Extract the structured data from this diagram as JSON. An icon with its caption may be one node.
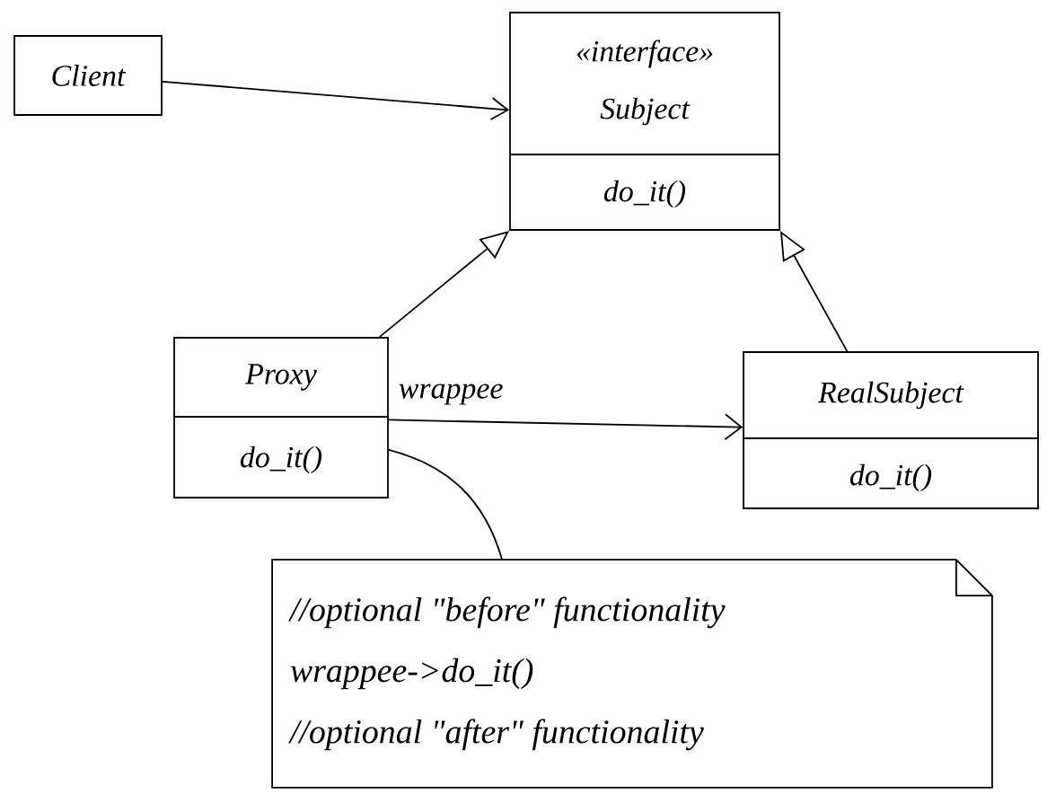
{
  "diagram": {
    "nodes": [
      {
        "text": [
          "Client"
        ]
      },
      {
        "text": [
          "«interface»",
          "Subject",
          "do_it()"
        ]
      },
      {
        "text": [
          "Proxy",
          "do_it()"
        ]
      },
      {
        "text": [
          "RealSubject",
          "do_it()"
        ]
      },
      {
        "text": [
          "//optional \"before\" functionality",
          "wrappee->do_it()",
          "//optional \"after\" functionality"
        ]
      }
    ],
    "edges": [
      {
        "from": 0,
        "to": 1,
        "arrow": "to"
      },
      {
        "from": 2,
        "to": 1,
        "arrow": "to"
      },
      {
        "from": 3,
        "to": 1,
        "arrow": "to"
      },
      {
        "from": 2,
        "to": 3,
        "arrow": "to",
        "label": "wrappee"
      },
      {
        "from": 2,
        "to": 4,
        "arrow": "none"
      }
    ]
  }
}
